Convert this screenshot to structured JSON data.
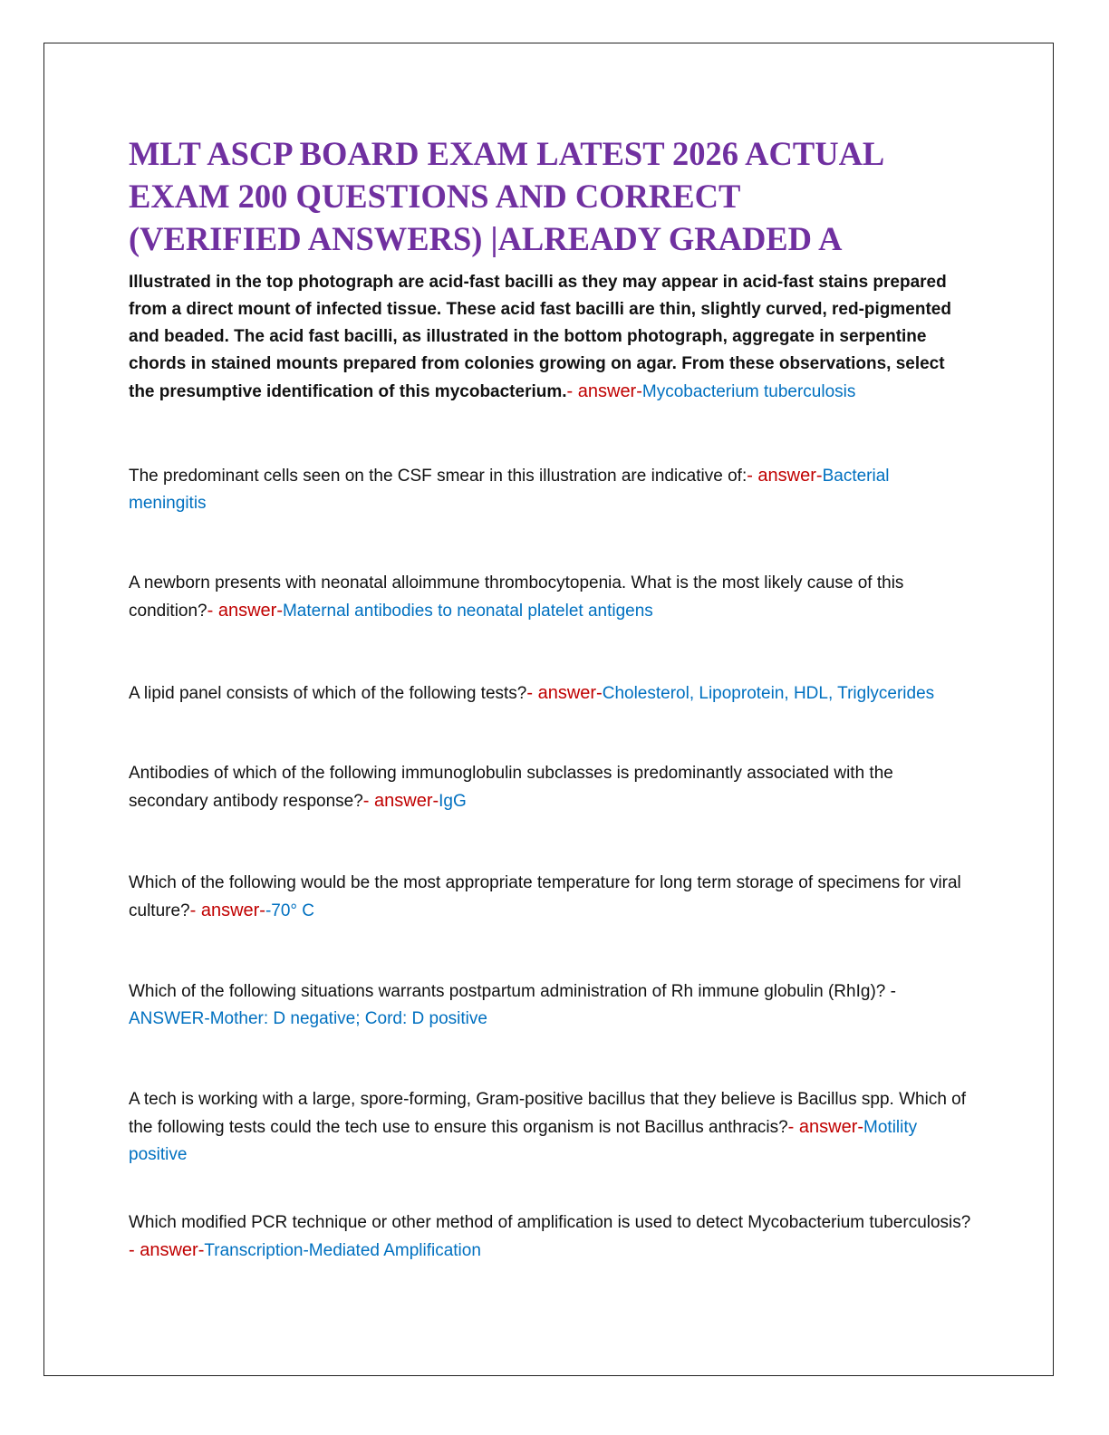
{
  "document": {
    "title_lines": [
      "MLT ASCP BOARD EXAM LATEST 2026 ACTUAL",
      "EXAM 200 QUESTIONS AND CORRECT",
      "(VERIFIED ANSWERS) |ALREADY GRADED A"
    ],
    "items": [
      {
        "question": "Illustrated in the top photograph are acid-fast bacilli as they may appear in acid-fast stains prepared from a direct mount of infected tissue. These acid fast bacilli are thin, slightly curved, red-pigmented and beaded. The acid fast bacilli, as illustrated in the bottom photograph, aggregate in serpentine chords in stained mounts prepared from colonies growing on agar. From these observations, select the presumptive identification of this mycobacterium.",
        "separator": "- answer-",
        "answer": "Mycobacterium tuberculosis"
      },
      {
        "question": "The predominant cells seen on the CSF smear in this illustration are indicative of:",
        "separator": "- answer-",
        "answer": "Bacterial meningitis"
      },
      {
        "question": "A newborn presents with neonatal alloimmune thrombocytopenia. What is the most likely cause of this condition?",
        "separator": "- answer-",
        "answer": "Maternal antibodies to neonatal platelet antigens"
      },
      {
        "question": "A lipid panel consists of which of the following tests?",
        "separator": "- answer-",
        "answer": "Cholesterol, Lipoprotein, HDL, Triglycerides"
      },
      {
        "question": "Antibodies of which of the following immunoglobulin subclasses is predominantly associated with the secondary antibody response?",
        "separator": "- answer-",
        "answer": "IgG"
      },
      {
        "question": "Which of the following would be the most appropriate temperature for long term storage of specimens for viral culture?",
        "separator": "- answer-",
        "answer": "-70° C"
      },
      {
        "question": "Which of the following situations warrants postpartum administration of Rh immune globulin (RhIg)? -",
        "separator": "",
        "answer": "ANSWER-Mother: D negative; Cord: D positive"
      },
      {
        "question": "A tech is working with a large, spore-forming, Gram-positive bacillus that they believe is Bacillus spp. Which of the following tests could the tech use to ensure this organism is not Bacillus anthracis?",
        "separator": "- answer-",
        "answer": "Motility positive"
      },
      {
        "question": "Which modified PCR technique or other method of amplification is used to detect Mycobacterium tuberculosis?",
        "separator": "- answer-",
        "answer": "Transcription-Mediated Amplification"
      }
    ]
  }
}
